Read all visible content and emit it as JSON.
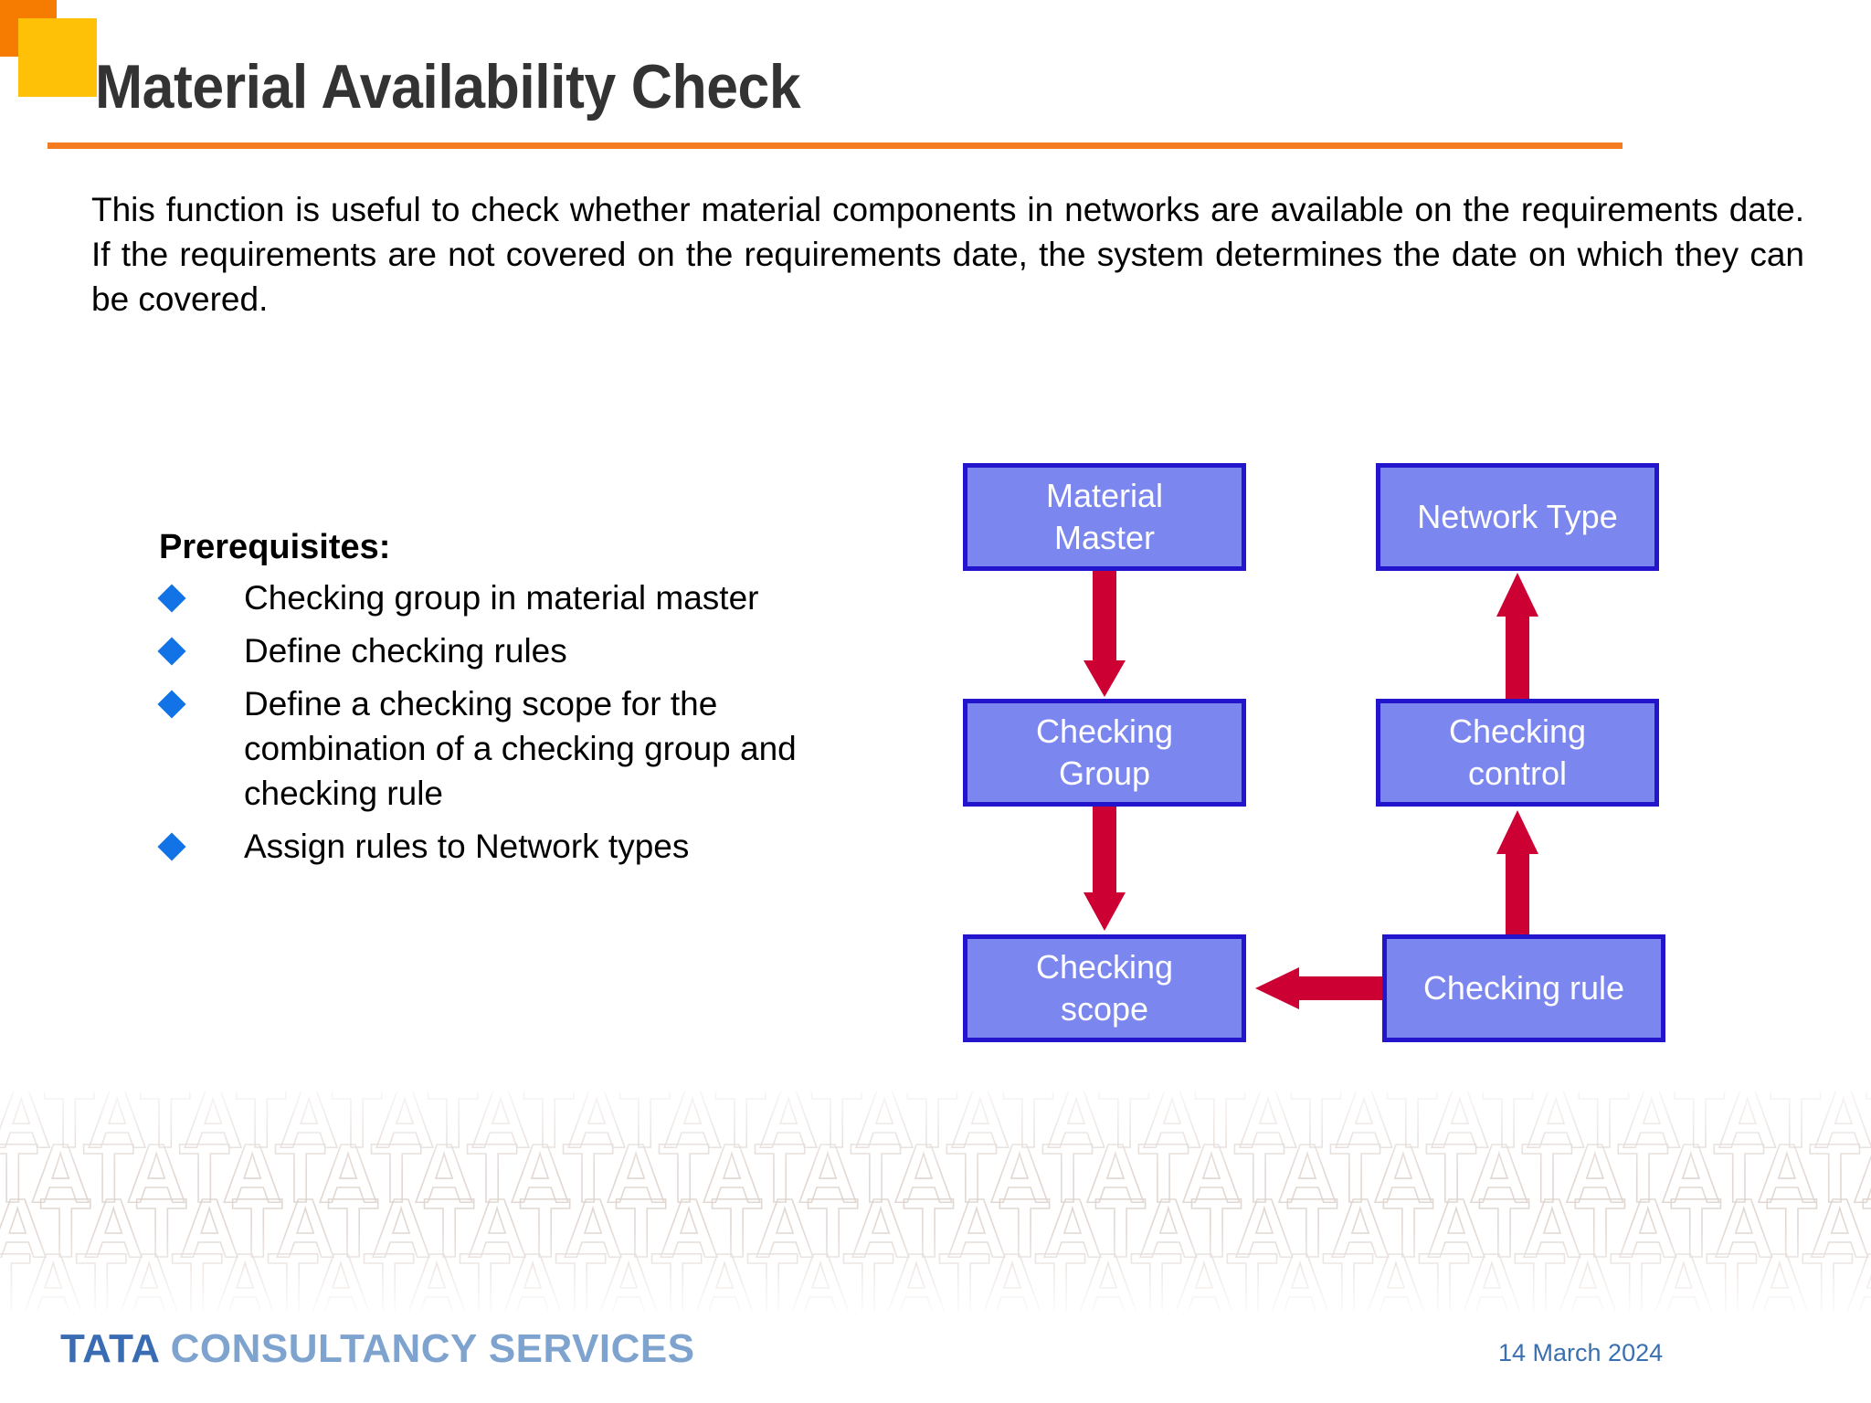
{
  "slide": {
    "title": "Material Availability Check",
    "intro": "This function is useful to check whether material components in networks are available on the requirements date. If the requirements are not covered on the requirements date, the system determines the date on which they can be covered."
  },
  "prerequisites": {
    "heading": "Prerequisites:",
    "bullet_color": "#1173E6",
    "items": [
      "Checking group in material master",
      "Define checking rules",
      "Define a checking scope for the combination of a checking group and checking rule",
      "Assign rules to Network types"
    ]
  },
  "diagram": {
    "node_fill": "#7B87EE",
    "node_border": "#2215CC",
    "arrow_color": "#CC0033",
    "nodes": {
      "material_master": "Material\nMaster",
      "checking_group": "Checking\nGroup",
      "checking_scope": "Checking\nscope",
      "network_type": "Network Type",
      "checking_control": "Checking\ncontrol",
      "checking_rule": "Checking rule"
    }
  },
  "watermark": {
    "text": "ATATATATATATATATATATATATATATATATATATATATATATATATATATATATATATATATATATAT"
  },
  "footer": {
    "logo_primary": "TATA",
    "logo_secondary": " CONSULTANCY SERVICES",
    "date": "14 March 2024",
    "date_color": "#3A6FB0"
  },
  "decor": {
    "orange": "#F57C00",
    "yellow": "#FFC107",
    "rule": "#F47B20"
  }
}
